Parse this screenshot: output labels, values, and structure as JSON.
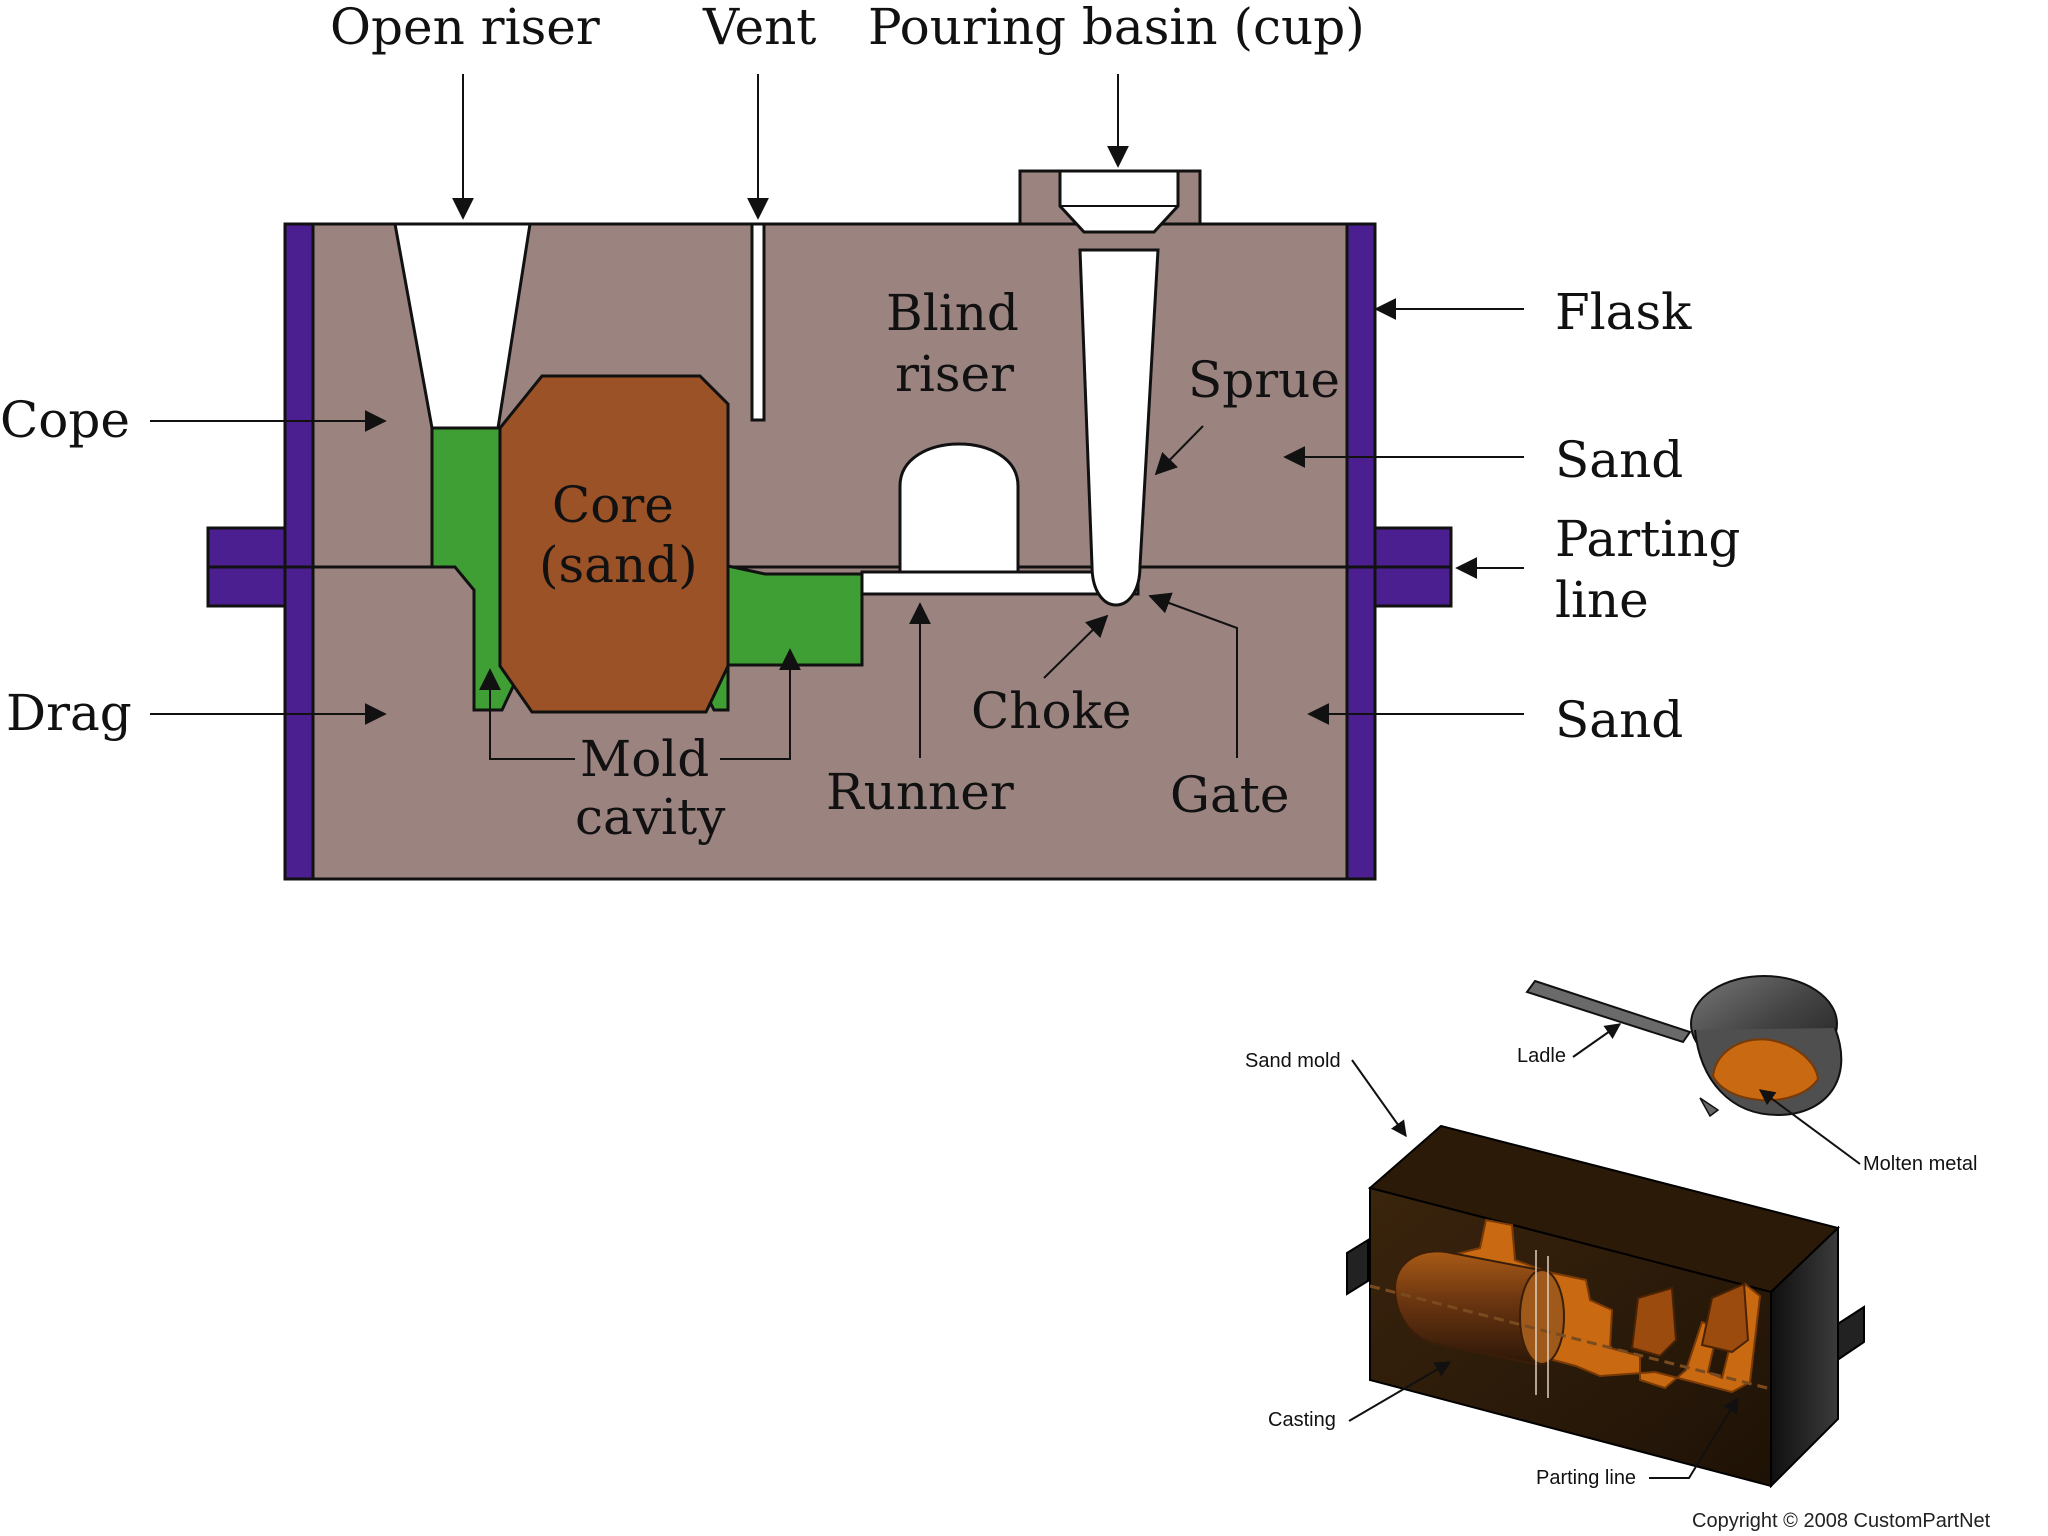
{
  "colors": {
    "sand": "#9b8480",
    "flask": "#4b1f8f",
    "core": "#9b5227",
    "metal": "#3f9f34",
    "cavity_white": "#ffffff",
    "line": "#111111",
    "mold_dark": "#2e1b08",
    "molten": "#c96a12"
  },
  "labels": {
    "top": {
      "open_riser": "Open riser",
      "vent": "Vent",
      "pouring_basin": "Pouring basin (cup)"
    },
    "left": {
      "cope": "Cope",
      "drag": "Drag"
    },
    "right": {
      "flask": "Flask",
      "sand_upper": "Sand",
      "parting_line": "Parting",
      "parting_line_2": "line",
      "sand_lower": "Sand"
    },
    "inside": {
      "blind_riser_1": "Blind",
      "blind_riser_2": "riser",
      "sprue": "Sprue",
      "core_1": "Core",
      "core_2": "(sand)",
      "mold_cavity_1": "Mold",
      "mold_cavity_2": "cavity",
      "choke": "Choke",
      "runner": "Runner",
      "gate": "Gate"
    }
  },
  "iso_labels": {
    "sand_mold": "Sand mold",
    "ladle": "Ladle",
    "molten_metal": "Molten metal",
    "casting": "Casting",
    "parting_line": "Parting line"
  },
  "copyright": "Copyright © 2008 CustomPartNet"
}
